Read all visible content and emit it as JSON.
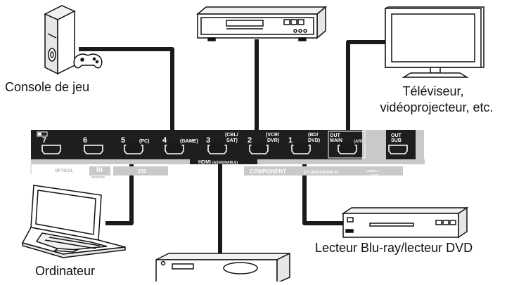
{
  "devices": {
    "console": {
      "label": "Console de jeu"
    },
    "tv": {
      "label_line1": "Téléviseur,",
      "label_line2": "vidéoprojecteur, etc."
    },
    "computer": {
      "label": "Ordinateur"
    },
    "bluray": {
      "label": "Lecteur Blu-ray/lecteur DVD"
    }
  },
  "panel": {
    "hdmi_ports": [
      {
        "number": "7",
        "name": ""
      },
      {
        "number": "6",
        "name": ""
      },
      {
        "number": "5",
        "name": "(PC)"
      },
      {
        "number": "4",
        "name": "(GAME)"
      },
      {
        "number": "3",
        "name_line1": "(CBL/",
        "name_line2": "SAT)"
      },
      {
        "number": "2",
        "name_line1": "(VCR/",
        "name_line2": "DVR)"
      },
      {
        "number": "1",
        "name_line1": "(BD/",
        "name_line2": "DVD)"
      }
    ],
    "out_main": {
      "line1": "OUT",
      "line2": "MAIN",
      "arc": "(ARC)"
    },
    "out_sub": {
      "line1": "OUT",
      "line2": "SUB"
    },
    "hdmi_band": {
      "prefix": "HDMI",
      "suffix": "(ASSIGNABLE)"
    },
    "bottom_labels": {
      "optical": "OPTICAL",
      "ri": "RI",
      "remote": "REMOTE",
      "rs232": "232",
      "component": "COMPONENT",
      "video_assignable": "EO (ASSIGNABLE)",
      "zone2": "ZONE 2",
      "zone2_out": "OUT"
    }
  },
  "colors": {
    "cable": "#1a1a1a",
    "panel": "#1e1e1e",
    "gray": "#c4c4c4",
    "port_text": "#ffffff"
  }
}
